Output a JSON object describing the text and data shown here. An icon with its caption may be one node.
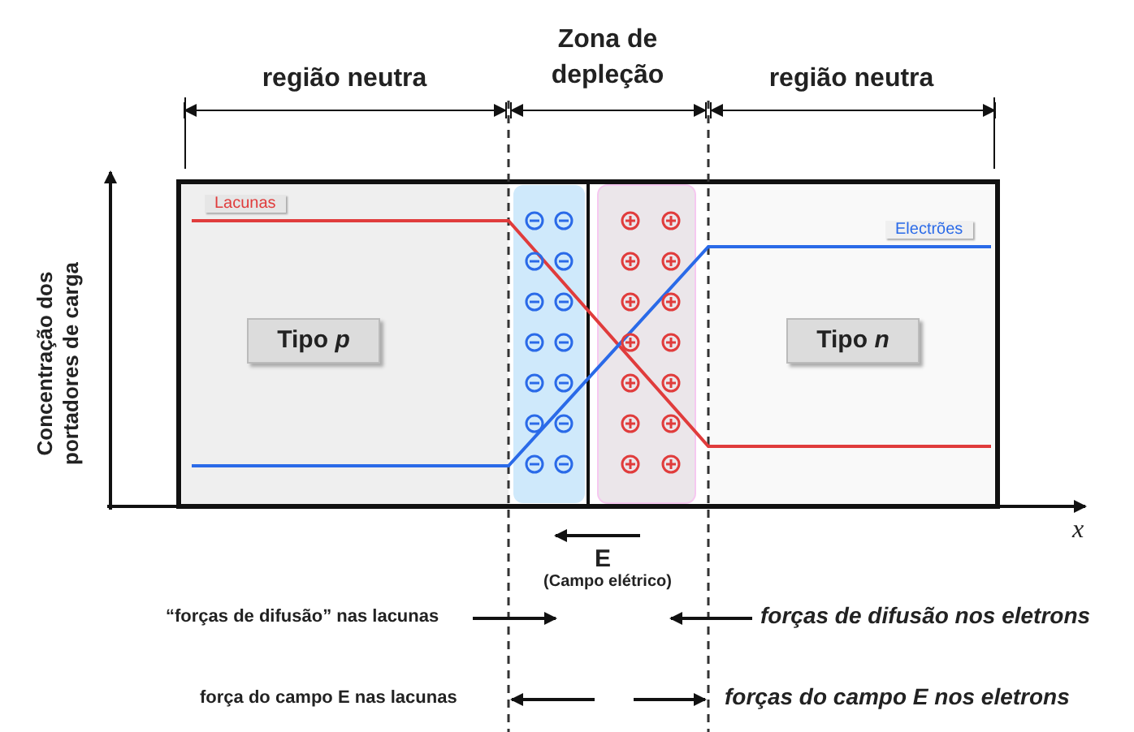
{
  "diagram": {
    "nodes": [
      {
        "text": [
          "Tipo *p*"
        ]
      },
      {
        "text": [
          "Tipo *n*"
        ]
      }
    ],
    "edges": [],
    "labels": [
      "região neutra",
      "Zona de depleção",
      "região neutra",
      "Concentração dos portadores de carga",
      "Lacunas",
      "Electrões",
      "*x*",
      "E",
      "(Campo elétrico)",
      "“forças de difusão” nas lacunas",
      "forças de difusão nos eletrons",
      "força do campo E nas lacunas",
      "forças do campo E nos eletrons"
    ]
  }
}
